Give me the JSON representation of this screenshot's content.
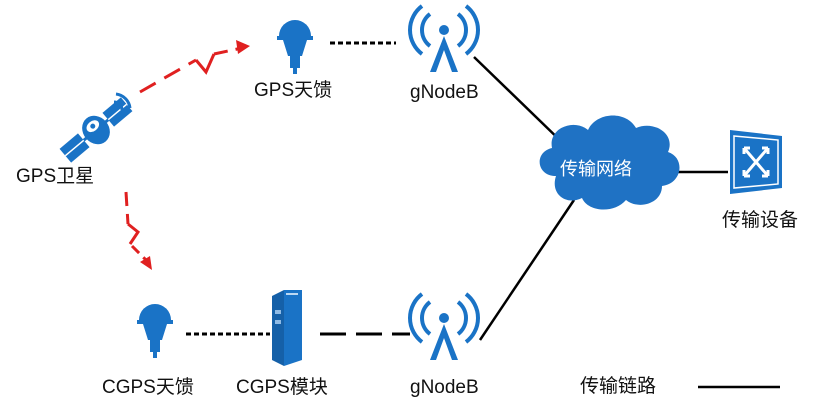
{
  "nodes": {
    "gps_satellite": "GPS卫星",
    "gps_antenna": "GPS天馈",
    "gnodeb_top": "gNodeB",
    "transport_network": "传输网络",
    "transport_device": "传输设备",
    "cgps_antenna": "CGPS天馈",
    "cgps_module": "CGPS模块",
    "gnodeb_bottom": "gNodeB"
  },
  "legend": {
    "transport_link": "传输链路"
  },
  "colors": {
    "icon_blue": "#1a73c6",
    "signal_red": "#e02020",
    "link_black": "#000000",
    "cloud_blue": "#1f72c4"
  },
  "icons": {
    "satellite": "satellite-icon",
    "antenna": "gps-antenna-icon",
    "base_station": "base-station-icon",
    "cloud": "cloud-icon",
    "router": "transport-device-icon",
    "module": "cgps-module-icon"
  }
}
